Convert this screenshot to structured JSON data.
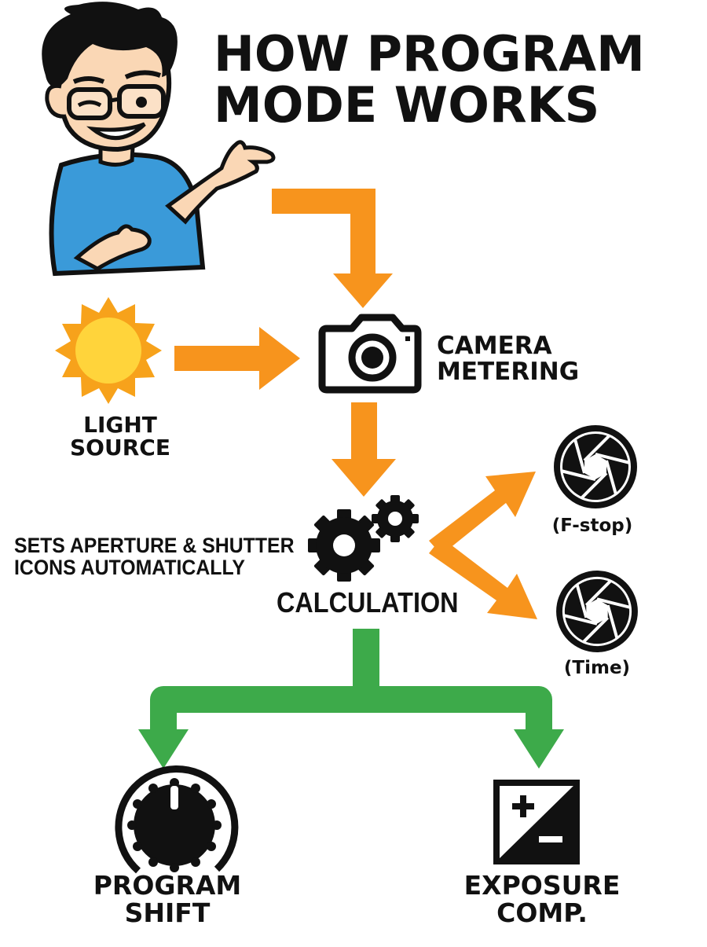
{
  "title": {
    "line1": "HOW PROGRAM",
    "line2": "MODE WORKS"
  },
  "nodes": {
    "light_source": {
      "line1": "LIGHT",
      "line2": "SOURCE"
    },
    "camera_metering": {
      "line1": "CAMERA",
      "line2": "METERING"
    },
    "calculation": "CALCULATION",
    "note": {
      "line1": "SETS APERTURE & SHUTTER",
      "line2": "ICONS AUTOMATICALLY"
    },
    "aperture": "(F-stop)",
    "shutter": "(Time)",
    "program_shift": {
      "line1": "PROGRAM",
      "line2": "SHIFT"
    },
    "exposure_comp": {
      "line1": "EXPOSURE",
      "line2": "COMP."
    }
  },
  "colors": {
    "orange_arrow": "#F7941D",
    "green_arrow": "#3DAA4A",
    "sun_outer": "#F7A21B",
    "sun_inner": "#FFD43B",
    "shirt": "#3A9AD9",
    "ink": "#111111"
  },
  "icons": [
    "cartoon-guy",
    "sun-icon",
    "camera-icon",
    "gears-icon",
    "aperture-icon",
    "shutter-icon",
    "dial-icon",
    "exposure-comp-icon"
  ]
}
